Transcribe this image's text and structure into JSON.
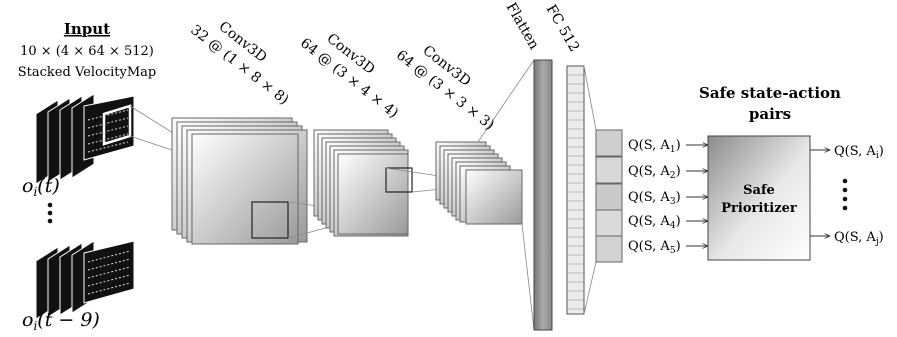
{
  "input": {
    "title": "Input",
    "dims": "10 × (4 × 64 × 512)",
    "subtitle": "Stacked VelocityMap",
    "frame_top_label": "o",
    "frame_top_sub": "i",
    "frame_top_arg": "(t)",
    "frame_bottom_label": "o",
    "frame_bottom_sub": "i",
    "frame_bottom_arg": "(t − 9)"
  },
  "conv_layers": [
    {
      "type": "Conv3D",
      "spec": "32 @ (1 × 8 × 8)"
    },
    {
      "type": "Conv3D",
      "spec": "64 @ (3 × 4 × 4)"
    },
    {
      "type": "Conv3D",
      "spec": "64 @ (3 × 3 × 3)"
    }
  ],
  "flatten_label": "Flatten",
  "fc_label": "FC 512",
  "q_values": [
    {
      "q": "Q(S, A",
      "sub": "1",
      "close": ")"
    },
    {
      "q": "Q(S, A",
      "sub": "2",
      "close": ")"
    },
    {
      "q": "Q(S, A",
      "sub": "3",
      "close": ")"
    },
    {
      "q": "Q(S, A",
      "sub": "4",
      "close": ")"
    },
    {
      "q": "Q(S, A",
      "sub": "5",
      "close": ")"
    }
  ],
  "prioritizer": {
    "heading_line1": "Safe state-action",
    "heading_line2": "pairs",
    "box_line1": "Safe",
    "box_line2": "Prioritizer"
  },
  "outputs": [
    {
      "q": "Q(S, A",
      "sub": "i",
      "close": ")"
    },
    {
      "q": "Q(S, A",
      "sub": "j",
      "close": ")"
    }
  ]
}
